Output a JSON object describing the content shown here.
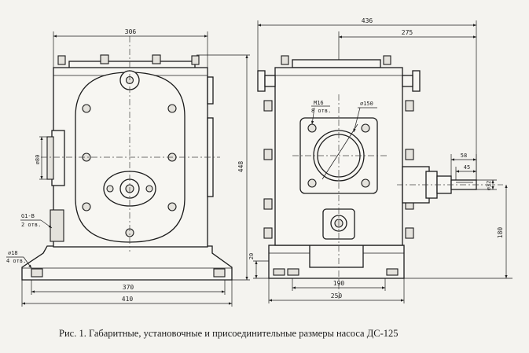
{
  "caption": "Рис. 1. Габаритные, установочные и присоединительные размеры насоса ДС-125",
  "front_view": {
    "overall_width": "306",
    "height": "448",
    "port_diameter": "⌀80",
    "thread_note": "G1-B",
    "thread_count": "2 отв.",
    "hole_diameter": "⌀18",
    "hole_count": "4 отв.",
    "base_inner_width": "370",
    "base_outer_width": "410"
  },
  "side_view": {
    "overall_width": "436",
    "partial_width": "275",
    "bolt_thread": "M16",
    "bolt_count": "8 отв.",
    "flange_diameter": "⌀150",
    "shaft_length": "58",
    "shaft_key_length": "45",
    "shaft_diameter": "⌀32",
    "shaft_axis_height": "180",
    "base_height": "20",
    "base_inner_width": "190",
    "base_outer_width": "250"
  }
}
